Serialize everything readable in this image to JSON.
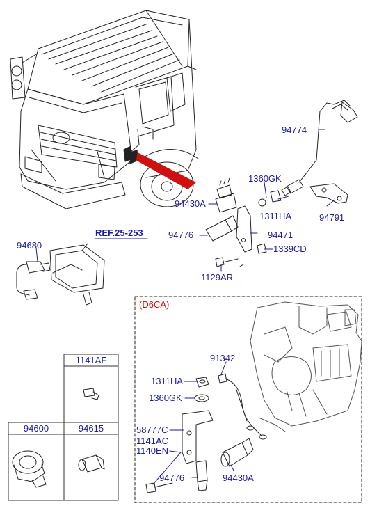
{
  "labels": {
    "p94774": "94774",
    "p1360GK_top": "1360GK",
    "p1311HA_top": "1311HA",
    "p94791": "94791",
    "p94430A_top": "94430A",
    "p94776_top": "94776",
    "p94471": "94471",
    "p1339CD": "1339CD",
    "p1129AR": "1129AR",
    "p94680": "94680",
    "ref": "REF.25-253",
    "engine_variant": "(D6CA)",
    "p91342": "91342",
    "p1311HA_bot": "1311HA",
    "p1360GK_bot": "1360GK",
    "p58777C": "58777C",
    "p1141AC": "1141AC",
    "p1140EN": "1140EN",
    "p94776_bot": "94776",
    "p94430A_bot": "94430A"
  },
  "table": {
    "bolt_header": "1141AF",
    "col1_header": "94600",
    "col2_header": "94615"
  },
  "colors": {
    "line": "#222222",
    "label": "#1a1aa6",
    "accent_red": "#d01010"
  }
}
